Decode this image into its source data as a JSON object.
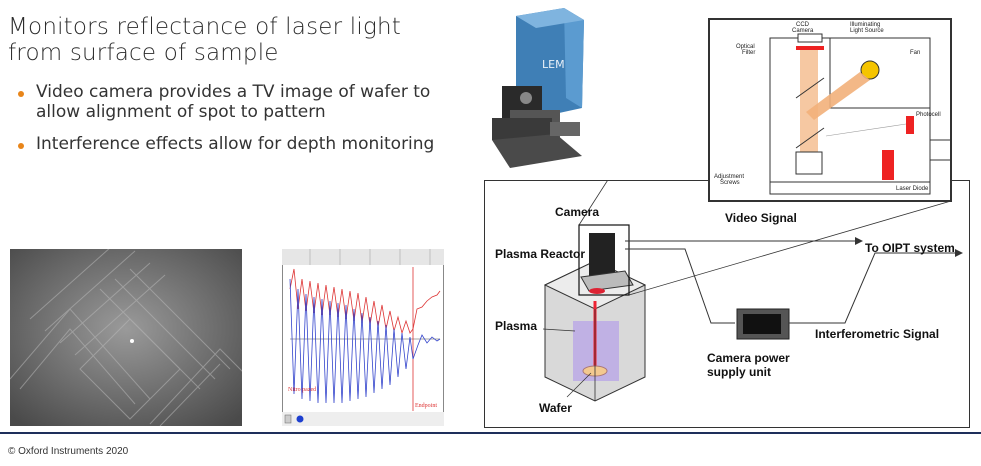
{
  "slide": {
    "title": "Monitors reflectance of laser light from surface of sample",
    "bullets": [
      "Video camera provides a TV image of wafer to allow alignment of spot to pattern",
      "Interference effects allow for depth monitoring"
    ],
    "footer": "© Oxford Instruments 2020",
    "accent_color": "#e8851a",
    "footer_line_color": "#1e2f5b"
  },
  "lem_photo": {
    "label": "LEM"
  },
  "trace": {
    "left_label": "Nitro pazed",
    "right_label": "Endpoint"
  },
  "diagram": {
    "camera": "Camera",
    "plasma_reactor": "Plasma Reactor",
    "plasma": "Plasma",
    "wafer": "Wafer",
    "video_signal": "Video Signal",
    "to_oipt": "To OIPT system",
    "interferometric": "Interferometric Signal",
    "camera_power_1": "Camera power",
    "camera_power_2": "supply unit"
  },
  "inset": {
    "ccd_1": "CCD",
    "ccd_2": "Camera",
    "illum_1": "Illuminating",
    "illum_2": "Light Source",
    "optical_1": "Optical",
    "optical_2": "Filter",
    "fan": "Fan",
    "photocell": "Photocell",
    "adjust_1": "Adjustment",
    "adjust_2": "Screws",
    "laser_diode": "Laser Diode"
  }
}
